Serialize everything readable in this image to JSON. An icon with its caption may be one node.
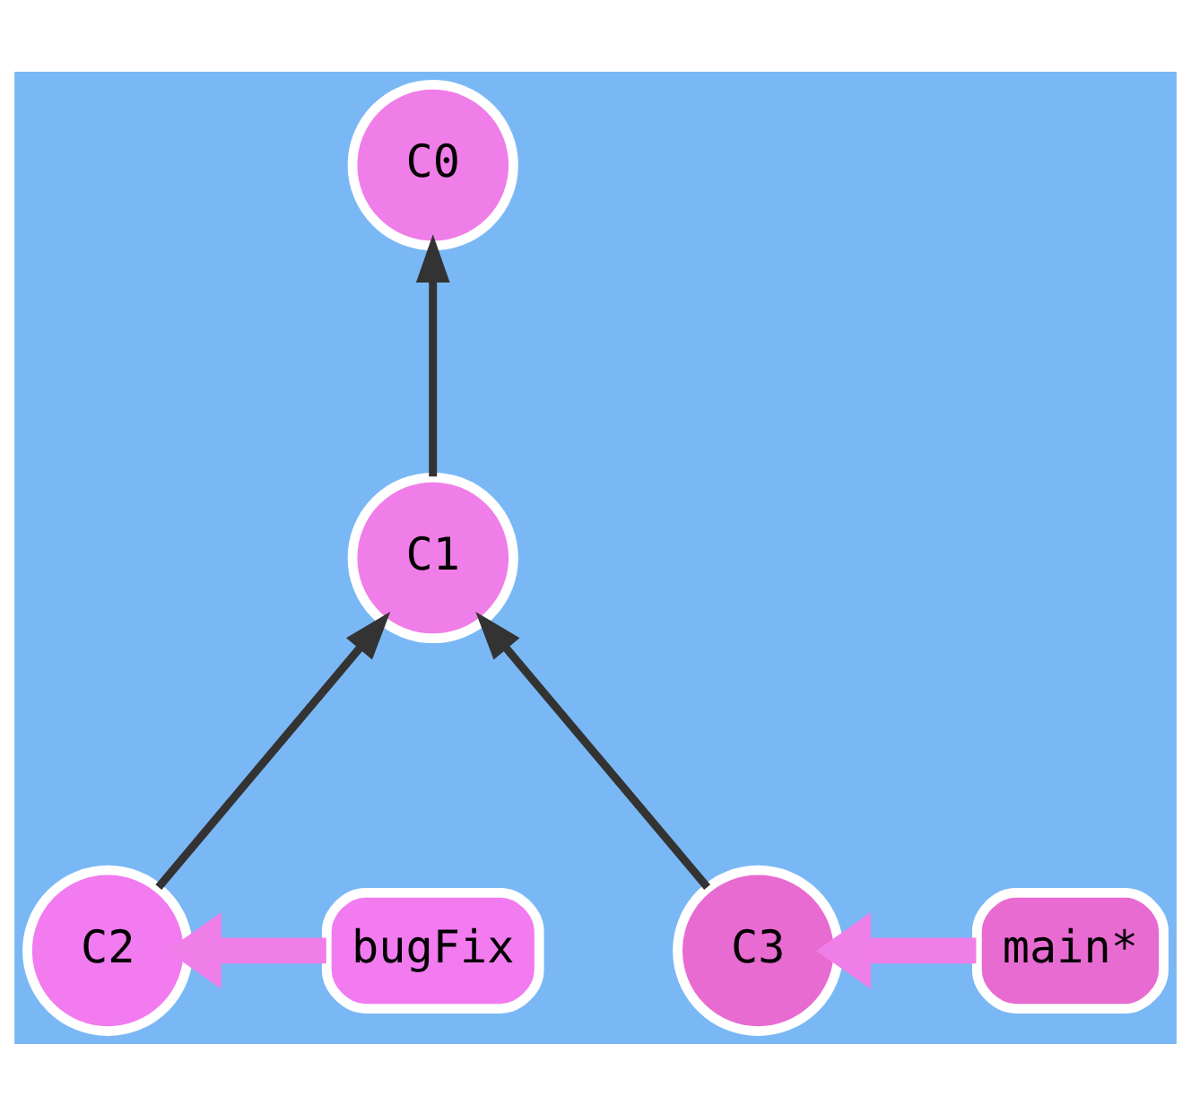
{
  "diagram": {
    "nodes": [
      {
        "text": [
          "C0"
        ]
      },
      {
        "text": [
          "C1"
        ]
      },
      {
        "text": [
          "bugFix"
        ]
      },
      {
        "text": [
          "C2"
        ]
      },
      {
        "text": [
          "C3"
        ]
      },
      {
        "text": [
          "main*"
        ]
      }
    ],
    "edges": [
      {
        "from": 1,
        "to": 0,
        "arrow": "to"
      },
      {
        "from": 3,
        "to": 1,
        "arrow": "to"
      },
      {
        "from": 4,
        "to": 1,
        "arrow": "to"
      },
      {
        "from": 2,
        "to": 3,
        "arrow": "to",
        "style": "thick",
        "color": "#f07ee8"
      },
      {
        "from": 5,
        "to": 4,
        "arrow": "to",
        "style": "thick",
        "color": "#f07ee8"
      }
    ]
  }
}
